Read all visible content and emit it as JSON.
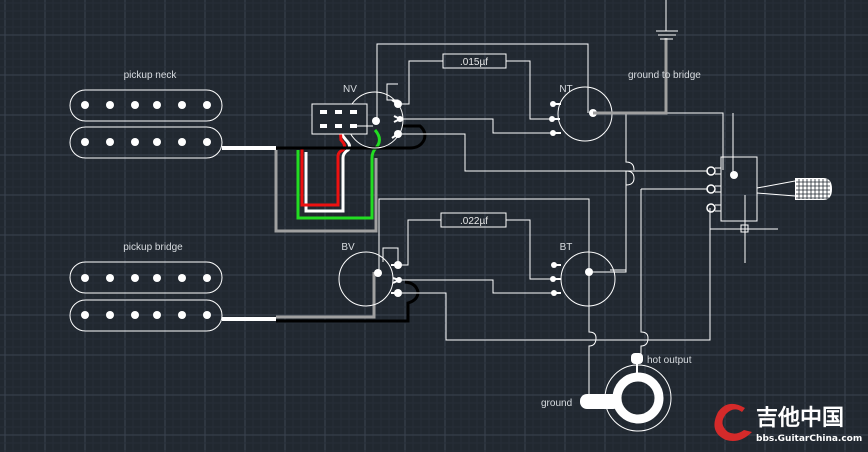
{
  "title": "Guitar wiring diagram - two humbuckers, 3-way toggle, 2 volume, 2 tone",
  "colors": {
    "background": "#212830",
    "grid_major": "#3a4350",
    "grid_minor": "#262e38",
    "wire_white": "#ffffff",
    "wire_gray": "#a0a0a0",
    "wire_black": "#000000",
    "wire_red": "#ee1111",
    "wire_green": "#22dd22",
    "watermark_red": "#d42a2a"
  },
  "labels": {
    "pickup_neck": "pickup neck",
    "pickup_bridge": "pickup bridge",
    "neck_volume": "NV",
    "neck_tone": "NT",
    "bridge_volume": "BV",
    "bridge_tone": "BT",
    "cap_neck": ".015µf",
    "cap_bridge": ".022µf",
    "ground_to_bridge": "ground  to bridge",
    "hot_output": "hot output",
    "ground": "ground"
  },
  "watermark": {
    "chinese": "吉他中国",
    "url": "bbs.GuitarChina.com"
  }
}
